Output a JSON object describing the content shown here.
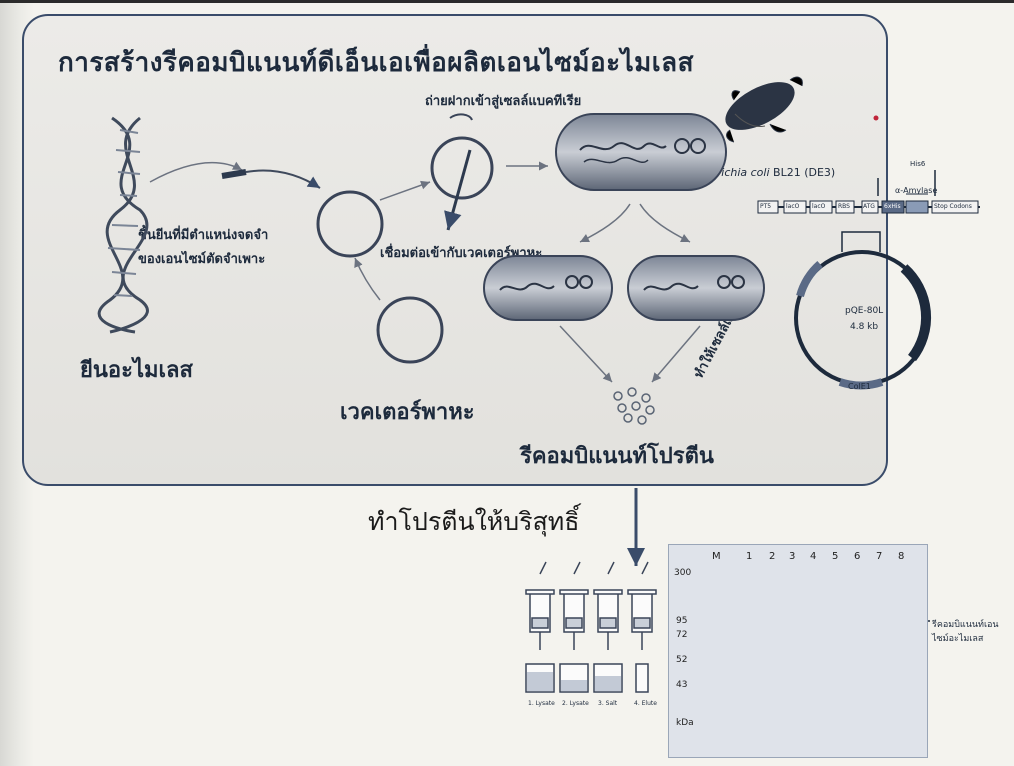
{
  "title": "การสร้างรีคอมบิแนนท์ดีเอ็นเอเพื่อผลิตเอนไซม์อะไมเลส",
  "labels": {
    "transform": "ถ่ายฝากเข้าสู่เซลล์แบคทีเรีย",
    "restriction_site": "ชิ้นยีนที่มีตำแหน่งจดจำ",
    "restriction_site_2": "ของเอนไซม์ตัดจำเพาะ",
    "ligate": "เชื่อมต่อเข้ากับเวคเตอร์พาหะ",
    "amylase_gene": "ยีนอะไมเลส",
    "vector": "เวคเตอร์พาหะ",
    "lyse": "ทำให้เซลล์แตก",
    "recombinant_protein": "รีคอมบิแนนท์โปรตีน",
    "purify": "ทำโปรตีนให้บริสุทธิ์",
    "ecoli_italic": "Echerichia coli",
    "ecoli_strain": " BL21 (DE3)"
  },
  "plasmid": {
    "name": "pQE-80L",
    "size": "4.8 kb",
    "amylase": "α-Amylase",
    "ori": "ColE1",
    "his": "His6",
    "construct": [
      "PT5",
      "lacO",
      "lacO",
      "RBS",
      "ATG",
      "6xHis",
      "",
      "Stop Codons"
    ]
  },
  "columns": [
    "1. Lysate",
    "2. Lysate",
    "3. Salt",
    "4. Elute"
  ],
  "gel": {
    "markers": [
      "300",
      "95",
      "72",
      "52",
      "43",
      "kDa"
    ],
    "lanes": [
      "M",
      "1",
      "2",
      "3",
      "4",
      "5",
      "6",
      "7",
      "8"
    ],
    "band_label": "รีคอมบิแนนท์เอนไซม์อะไมเลส"
  }
}
